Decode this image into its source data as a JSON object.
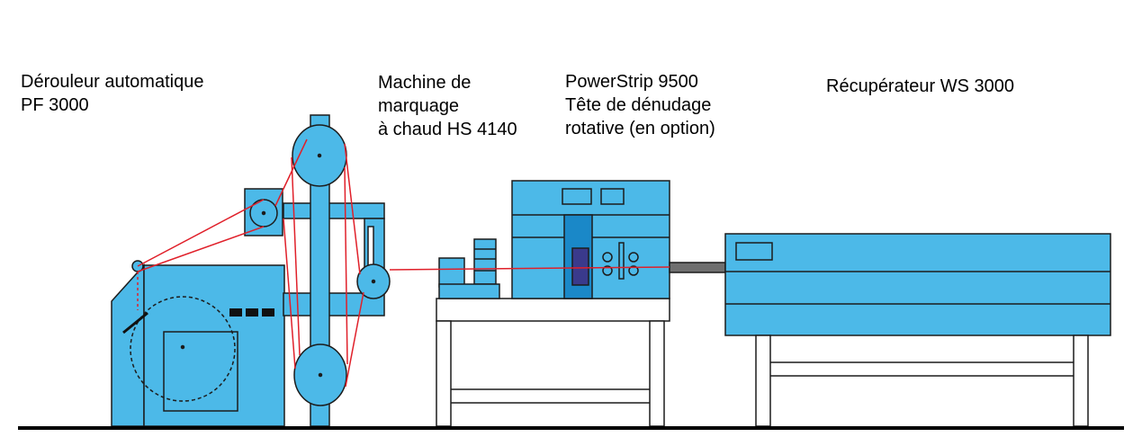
{
  "labels": {
    "unwinder": [
      "Dérouleur automatique",
      "PF 3000"
    ],
    "hot_marking": [
      "Machine de",
      "marquage",
      "à chaud HS 4140"
    ],
    "powerstrip": [
      "PowerStrip 9500",
      "Tête de dénudage",
      "rotative (en option)"
    ],
    "recuperator": [
      "Récupérateur WS 3000"
    ]
  },
  "colors": {
    "machine_fill": "#4cb9e8",
    "outline": "#1c1c1c",
    "wire": "#e0202a",
    "strip_head": "#1a88c8",
    "cutter": "#3a3a8c",
    "floor": "#000000"
  }
}
